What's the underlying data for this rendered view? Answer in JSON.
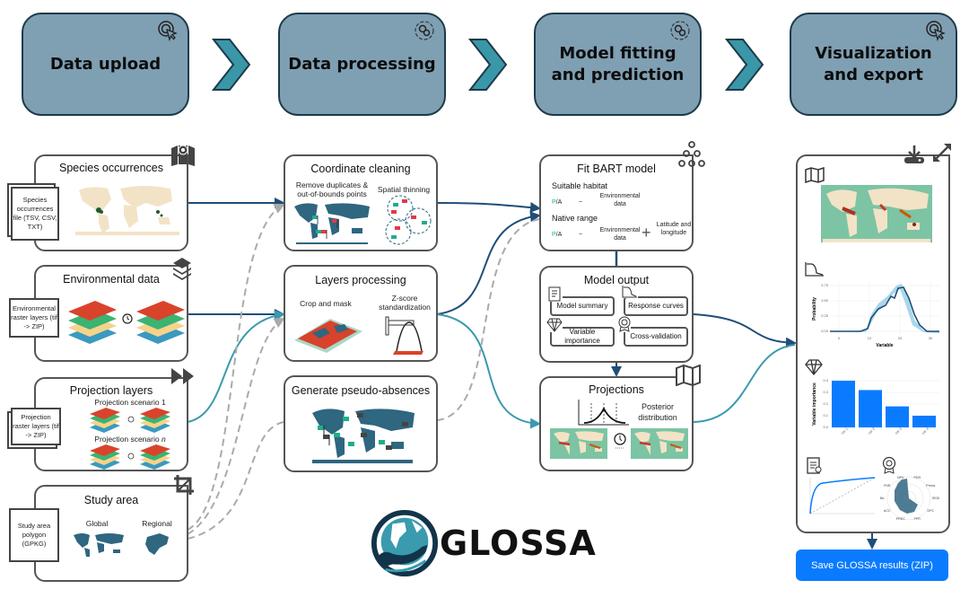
{
  "stages": [
    {
      "title": "Data upload",
      "icon": "cursor-click-icon"
    },
    {
      "title": "Data processing",
      "icon": "gears-cycle-icon"
    },
    {
      "title": "Model fitting and prediction",
      "icon": "gears-cycle-icon"
    },
    {
      "title": "Visualization and export",
      "icon": "cursor-click-icon"
    }
  ],
  "upload": {
    "species": {
      "title": "Species occurrences",
      "file": "Species occurrences file (TSV, CSV, TXT)",
      "icon": "map-pin-icon"
    },
    "environmental": {
      "title": "Environmental data",
      "file": "Environmental raster layers (tif -> ZIP)",
      "icon": "layers-icon"
    },
    "projection": {
      "title": "Projection layers",
      "file": "Projection raster layers (tif -> ZIP)",
      "scenario1": "Projection scenario 1",
      "scenarioN": "Projection scenario ",
      "scenarioN_italic": "n",
      "icon": "fast-forward-icon"
    },
    "study_area": {
      "title": "Study area",
      "file": "Study area polygon (GPKG)",
      "global": "Global",
      "regional": "Regional",
      "icon": "crop-icon"
    }
  },
  "processing": {
    "coordinate_cleaning": {
      "title": "Coordinate cleaning",
      "remove": "Remove duplicates & out-of-bounds points",
      "thinning": "Spatial thinning"
    },
    "layers": {
      "title": "Layers processing",
      "crop": "Crop and mask",
      "zscore": "Z-score standardization"
    },
    "pseudo_absences": {
      "title": "Generate pseudo-absences"
    }
  },
  "model": {
    "fit": {
      "title": "Fit BART model",
      "suitable": "Suitable habitat",
      "native": "Native range",
      "pa_p": "P",
      "pa_rest": "/A",
      "tilde": "~",
      "env": "Environmental data",
      "latlon": "Latitude and longitude",
      "icon": "tree-network-icon"
    },
    "output": {
      "title": "Model output",
      "items": [
        {
          "label": "Model summary",
          "icon": "clipboard-icon"
        },
        {
          "label": "Response curves",
          "icon": "response-curve-icon"
        },
        {
          "label": "Variable importance",
          "icon": "diamond-icon"
        },
        {
          "label": "Cross-validation",
          "icon": "award-badge-icon"
        }
      ]
    },
    "projections": {
      "title": "Projections",
      "posterior": "Posterior distribution",
      "icon": "map-icon"
    }
  },
  "visualization": {
    "response_plot": {
      "ylabel": "Probability",
      "xlabel": "Variable",
      "yticks": [
        "0.00",
        "0.25",
        "0.50",
        "0.75"
      ],
      "xticks": [
        "0",
        "10",
        "20",
        "30"
      ]
    },
    "importance_plot": {
      "ylabel": "Variable importance",
      "yticks": [
        "0.0",
        "0.1",
        "0.2",
        "0.3",
        "0.4"
      ],
      "categories": [
        "var 1",
        "var 2",
        "var 3",
        "var 4"
      ],
      "values": [
        0.4,
        0.32,
        0.18,
        0.1
      ]
    },
    "radar_labels": [
      "PDR",
      "Precis",
      "SEDI",
      "DPC",
      "FPR",
      "PREC",
      "ACC",
      "BA",
      "FNR",
      "NPV"
    ]
  },
  "save_button": "Save GLOSSA results (ZIP)",
  "logo": {
    "text": "GLOSSA"
  },
  "colors": {
    "stage_fill": "#7f9fb3",
    "stage_border": "#1d3a4a",
    "chevron": "#3a97a8",
    "arrow_dark": "#1f4e79",
    "arrow_teal": "#3a9aae",
    "button": "#0a7bff",
    "presence": "#1fae8a",
    "absence": "#e03a4a"
  }
}
